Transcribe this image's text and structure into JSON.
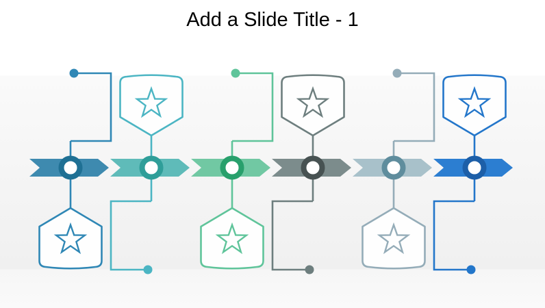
{
  "slide": {
    "title": "Add a Slide Title - 1",
    "title_color": "#000000",
    "background": {
      "top_color": "#ffffff",
      "band_top_color": "#fafafa",
      "band_bottom_color": "#f0f0f0",
      "footer_color": "#f6f6f6"
    }
  },
  "diagram": {
    "type": "chevron-timeline",
    "milestone_count": 6,
    "node_fill_color": "#ffffff",
    "badge_fill_color": "#fefefe",
    "milestones": [
      {
        "name": "milestone-1",
        "badge_position": "below",
        "icon": "star-icon",
        "chevron_color": "#3E8AAF",
        "node_ring_color": "#1F7094",
        "accent_color": "#2F87B5"
      },
      {
        "name": "milestone-2",
        "badge_position": "above",
        "icon": "star-icon",
        "chevron_color": "#5FBBB9",
        "node_ring_color": "#2F9E99",
        "accent_color": "#4BB5C3"
      },
      {
        "name": "milestone-3",
        "badge_position": "below",
        "icon": "star-icon",
        "chevron_color": "#71C8A3",
        "node_ring_color": "#28A06C",
        "accent_color": "#5FC49A"
      },
      {
        "name": "milestone-4",
        "badge_position": "above",
        "icon": "star-icon",
        "chevron_color": "#7C8C8C",
        "node_ring_color": "#475252",
        "accent_color": "#6D7E7E"
      },
      {
        "name": "milestone-5",
        "badge_position": "below",
        "icon": "star-icon",
        "chevron_color": "#A8C1CA",
        "node_ring_color": "#5F8D9D",
        "accent_color": "#94ACB8"
      },
      {
        "name": "milestone-6",
        "badge_position": "above",
        "icon": "star-icon",
        "chevron_color": "#2C7ED1",
        "node_ring_color": "#1D5FA8",
        "accent_color": "#2376CA"
      }
    ]
  }
}
